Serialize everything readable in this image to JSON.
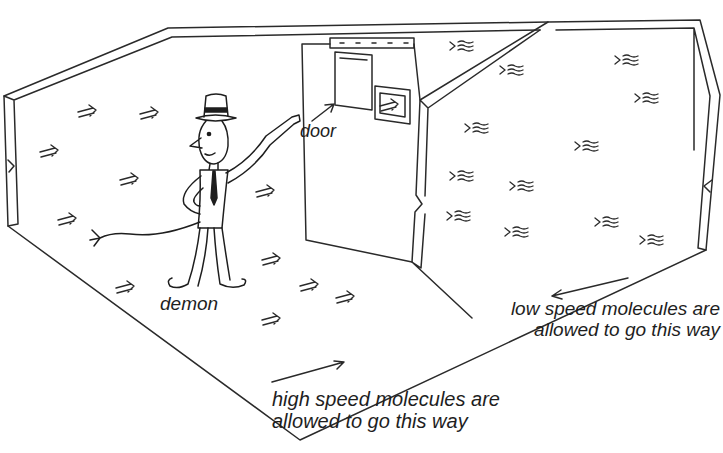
{
  "diagram": {
    "labels": [
      "door",
      "demon",
      "low speed molecules are allowed to go this way",
      "high speed molecules are allowed to go this way"
    ]
  }
}
